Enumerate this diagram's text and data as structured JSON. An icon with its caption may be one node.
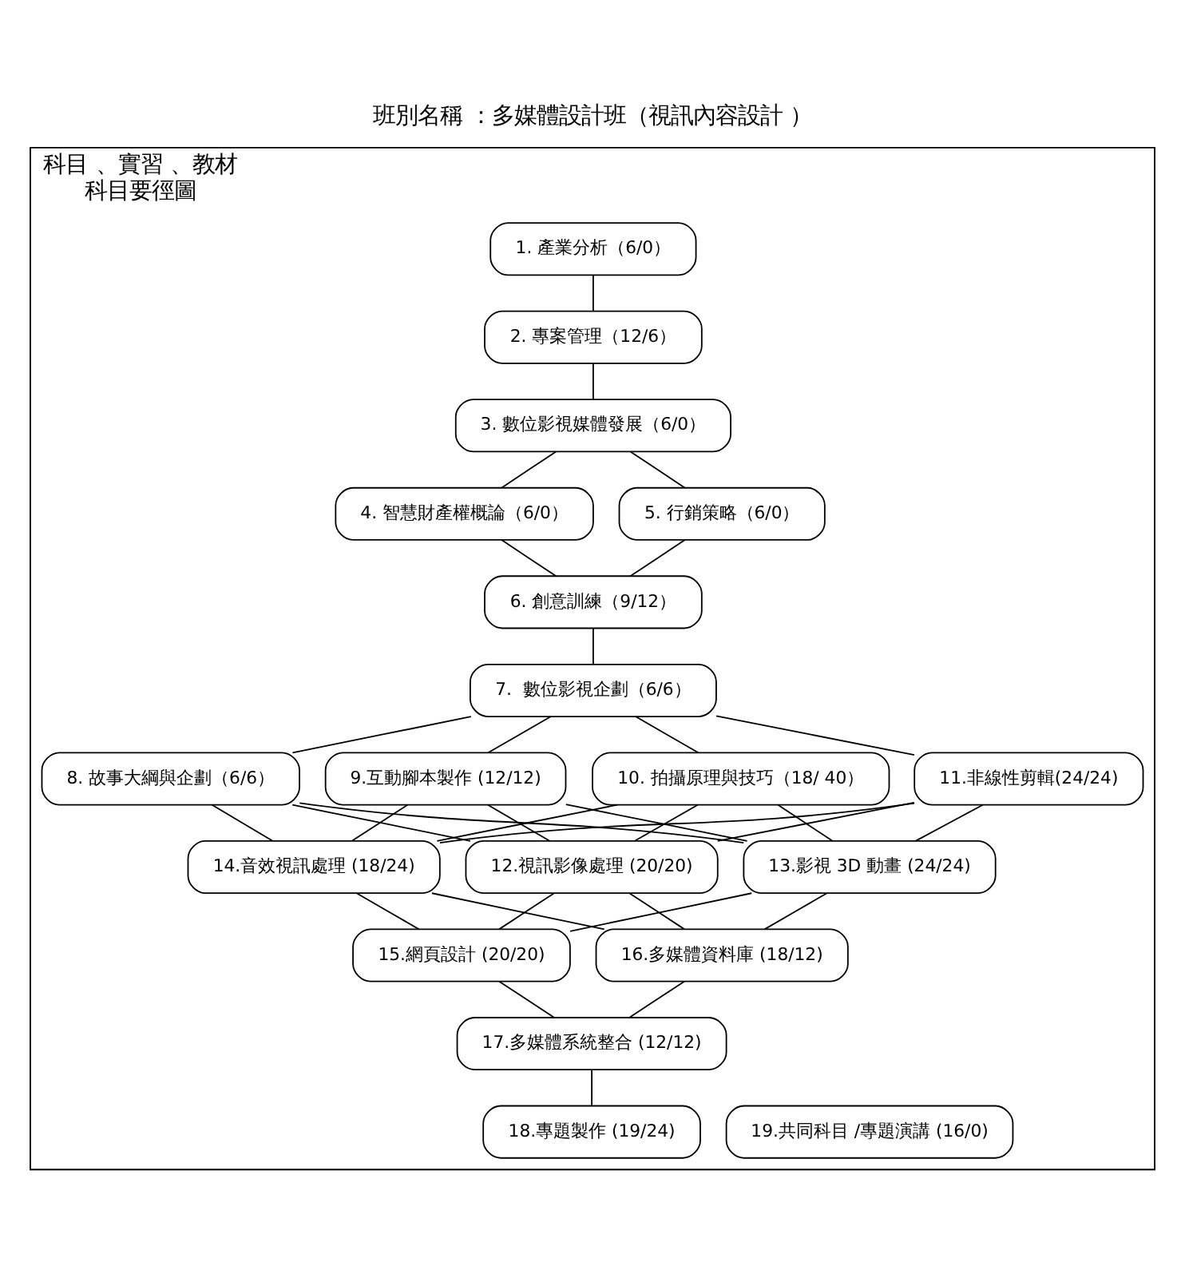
{
  "diagram": {
    "title": "班別名稱 ：多媒體設計班（視訊內容設計 ）",
    "nodes": [
      {
        "text": [
          "科目 、實習 、教材",
          "科目要徑圖"
        ]
      },
      {
        "text": [
          "1. 產業分析（6/0）"
        ],
        "in": 0
      },
      {
        "text": [
          "2. 專案管理（12/6）"
        ],
        "in": 0
      },
      {
        "text": [
          "3. 數位影視媒體發展（6/0）"
        ],
        "in": 0
      },
      {
        "text": [
          "4. 智慧財產權概論（6/0）"
        ],
        "in": 0
      },
      {
        "text": [
          "5. 行銷策略（6/0）"
        ],
        "in": 0
      },
      {
        "text": [
          "6. 創意訓練（9/12）"
        ],
        "in": 0
      },
      {
        "text": [
          "7.  數位影視企劃（6/6）"
        ],
        "in": 0
      },
      {
        "text": [
          "8. 故事大綱與企劃（6/6）"
        ],
        "in": 0
      },
      {
        "text": [
          "9.互動腳本製作 (12/12)"
        ],
        "in": 0
      },
      {
        "text": [
          "10. 拍攝原理與技巧（18/ 40）"
        ],
        "in": 0
      },
      {
        "text": [
          "11.非線性剪輯(24/24)"
        ],
        "in": 0
      },
      {
        "text": [
          "12.視訊影像處理 (20/20)"
        ],
        "in": 0
      },
      {
        "text": [
          "13.影視 3D 動畫 (24/24)"
        ],
        "in": 0
      },
      {
        "text": [
          "14.音效視訊處理 (18/24)"
        ],
        "in": 0
      },
      {
        "text": [
          "15.網頁設計 (20/20)"
        ],
        "in": 0
      },
      {
        "text": [
          "16.多媒體資料庫 (18/12)"
        ],
        "in": 0
      },
      {
        "text": [
          "17.多媒體系統整合 (12/12)"
        ],
        "in": 0
      },
      {
        "text": [
          "18.專題製作 (19/24)"
        ],
        "in": 0
      },
      {
        "text": [
          "19.共同科目 /專題演講 (16/0)"
        ],
        "in": 0
      }
    ],
    "edges": [
      {
        "from": 1,
        "to": 2,
        "arrow": "none"
      },
      {
        "from": 2,
        "to": 3,
        "arrow": "none"
      },
      {
        "from": 3,
        "to": 4,
        "arrow": "none"
      },
      {
        "from": 3,
        "to": 5,
        "arrow": "none"
      },
      {
        "from": 4,
        "to": 6,
        "arrow": "none"
      },
      {
        "from": 5,
        "to": 6,
        "arrow": "none"
      },
      {
        "from": 6,
        "to": 7,
        "arrow": "none"
      },
      {
        "from": 7,
        "to": 8,
        "arrow": "none"
      },
      {
        "from": 7,
        "to": 9,
        "arrow": "none"
      },
      {
        "from": 7,
        "to": 10,
        "arrow": "none"
      },
      {
        "from": 7,
        "to": 11,
        "arrow": "none"
      },
      {
        "from": 8,
        "to": 12,
        "arrow": "none"
      },
      {
        "from": 8,
        "to": 13,
        "arrow": "none"
      },
      {
        "from": 8,
        "to": 14,
        "arrow": "none"
      },
      {
        "from": 9,
        "to": 12,
        "arrow": "none"
      },
      {
        "from": 9,
        "to": 13,
        "arrow": "none"
      },
      {
        "from": 9,
        "to": 14,
        "arrow": "none"
      },
      {
        "from": 10,
        "to": 12,
        "arrow": "none"
      },
      {
        "from": 10,
        "to": 13,
        "arrow": "none"
      },
      {
        "from": 10,
        "to": 14,
        "arrow": "none"
      },
      {
        "from": 11,
        "to": 12,
        "arrow": "none"
      },
      {
        "from": 11,
        "to": 13,
        "arrow": "none"
      },
      {
        "from": 11,
        "to": 14,
        "arrow": "none"
      },
      {
        "from": 12,
        "to": 15,
        "arrow": "none"
      },
      {
        "from": 12,
        "to": 16,
        "arrow": "none"
      },
      {
        "from": 13,
        "to": 15,
        "arrow": "none"
      },
      {
        "from": 13,
        "to": 16,
        "arrow": "none"
      },
      {
        "from": 14,
        "to": 15,
        "arrow": "none"
      },
      {
        "from": 14,
        "to": 16,
        "arrow": "none"
      },
      {
        "from": 15,
        "to": 17,
        "arrow": "none"
      },
      {
        "from": 16,
        "to": 17,
        "arrow": "none"
      },
      {
        "from": 17,
        "to": 18,
        "arrow": "none"
      }
    ]
  }
}
